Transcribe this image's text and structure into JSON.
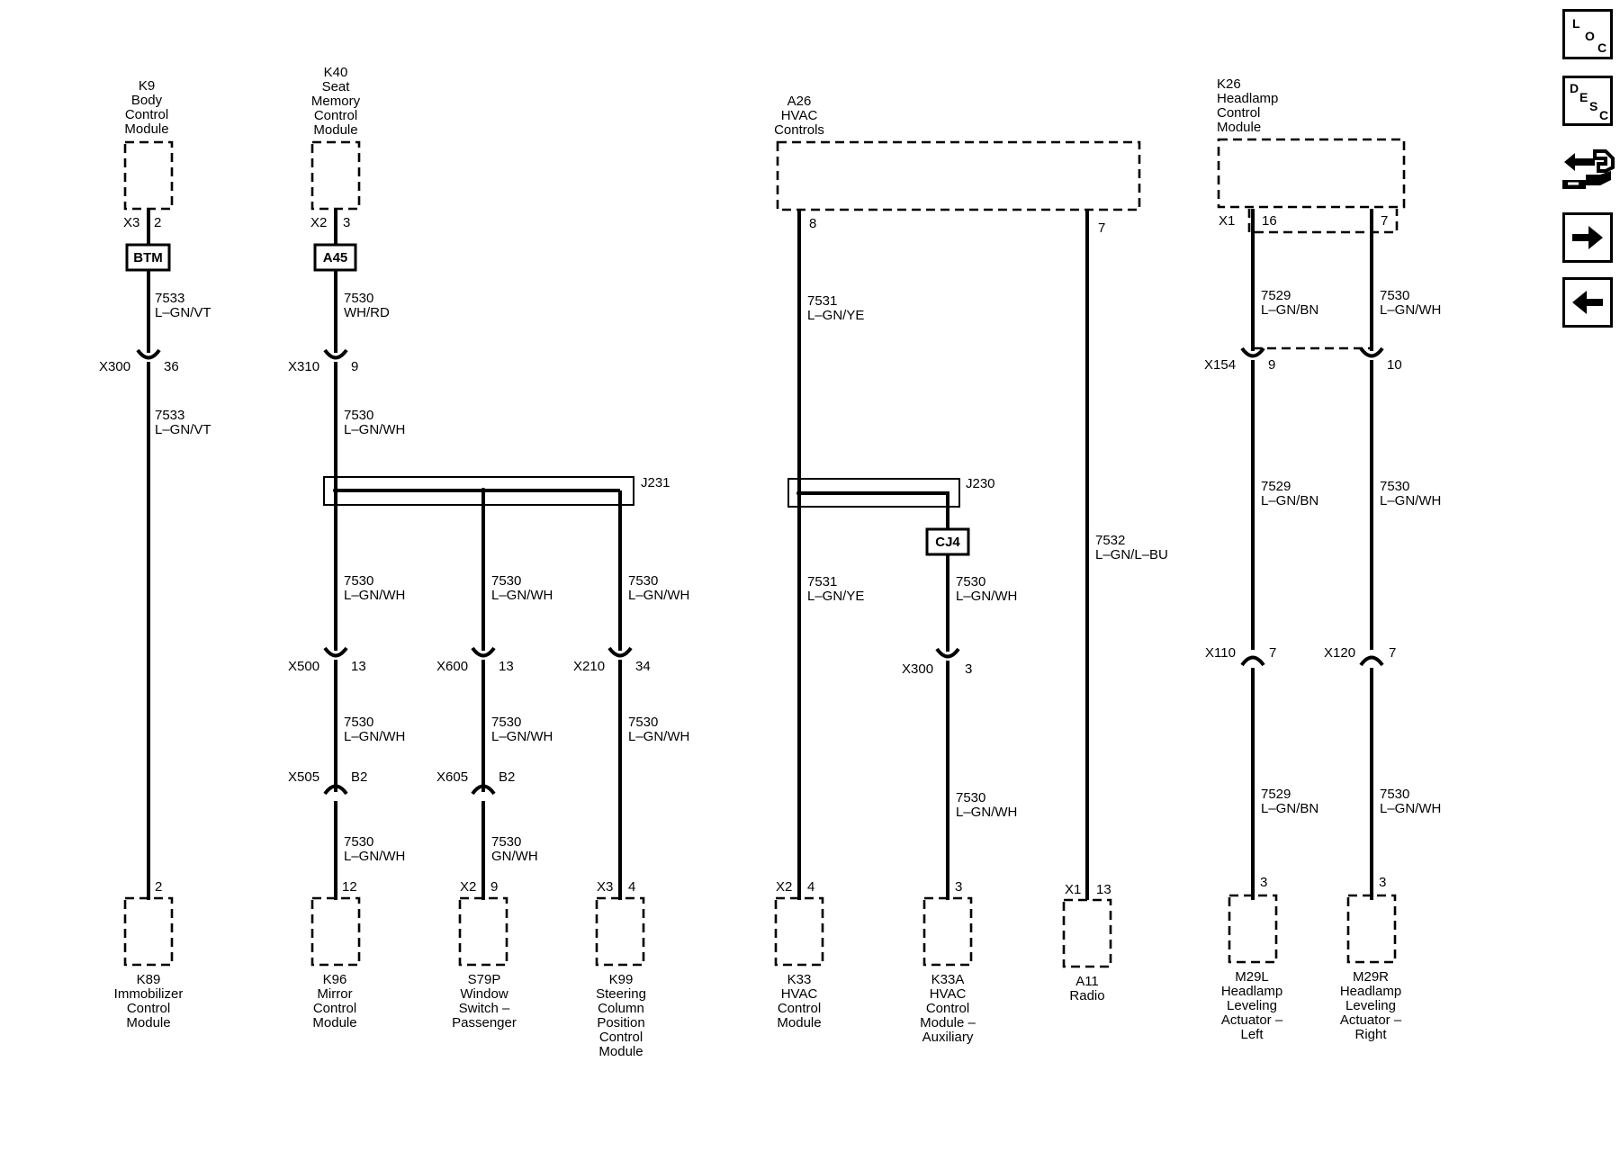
{
  "nav": {
    "loc": [
      "L",
      "O",
      "C"
    ],
    "desc": [
      "D",
      "E",
      "S",
      "C"
    ]
  },
  "modules": {
    "k9": [
      "K9",
      "Body",
      "Control",
      "Module"
    ],
    "k40": [
      "K40",
      "Seat",
      "Memory",
      "Control",
      "Module"
    ],
    "a26": [
      "A26",
      "HVAC",
      "Controls"
    ],
    "k26": [
      "K26",
      "Headlamp",
      "Control",
      "Module"
    ],
    "k89": [
      "K89",
      "Immobilizer",
      "Control",
      "Module"
    ],
    "k96": [
      "K96",
      "Mirror",
      "Control",
      "Module"
    ],
    "s79p": [
      "S79P",
      "Window",
      "Switch –",
      "Passenger"
    ],
    "k99": [
      "K99",
      "Steering",
      "Column",
      "Position",
      "Control",
      "Module"
    ],
    "k33": [
      "K33",
      "HVAC",
      "Control",
      "Module"
    ],
    "k33a": [
      "K33A",
      "HVAC",
      "Control",
      "Module –",
      "Auxiliary"
    ],
    "a11": [
      "A11",
      "Radio"
    ],
    "m29l": [
      "M29L",
      "Headlamp",
      "Leveling",
      "Actuator –",
      "Left"
    ],
    "m29r": [
      "M29R",
      "Headlamp",
      "Leveling",
      "Actuator –",
      "Right"
    ]
  },
  "boxes": {
    "btm": "BTM",
    "a45": "A45",
    "cj4": "CJ4"
  },
  "splices": {
    "j231": "J231",
    "j230": "J230"
  },
  "connectors": {
    "k9_conn": "X3",
    "k9_pin": "2",
    "k40_conn": "X2",
    "k40_pin": "3",
    "a26_pin_a": "8",
    "a26_pin_b": "7",
    "k26_conn": "X1",
    "k26_pin_a": "16",
    "k26_pin_b": "7",
    "x300_a": "X300",
    "x300_a_pin": "36",
    "x310": "X310",
    "x310_pin": "9",
    "x154": "X154",
    "x154_pin_a": "9",
    "x154_pin_b": "10",
    "x500": "X500",
    "x500_pin": "13",
    "x600": "X600",
    "x600_pin": "13",
    "x210": "X210",
    "x210_pin": "34",
    "x300_b": "X300",
    "x300_b_pin": "3",
    "x110": "X110",
    "x110_pin": "7",
    "x120": "X120",
    "x120_pin": "7",
    "x505": "X505",
    "x505_pin": "B2",
    "x605": "X605",
    "x605_pin": "B2",
    "k89_pin": "2",
    "k96_pin": "12",
    "s79p_conn": "X2",
    "s79p_pin": "9",
    "k99_conn": "X3",
    "k99_pin": "4",
    "k33_conn": "X2",
    "k33_pin": "4",
    "k33a_pin": "3",
    "a11_conn": "X1",
    "a11_pin": "13",
    "m29l_pin": "3",
    "m29r_pin": "3"
  },
  "wires": {
    "w1a": [
      "7533",
      "L–GN/VT"
    ],
    "w1b": [
      "7533",
      "L–GN/VT"
    ],
    "w2a": [
      "7530",
      "WH/RD"
    ],
    "w2b": [
      "7530",
      "L–GN/WH"
    ],
    "w2c": [
      "7530",
      "L–GN/WH"
    ],
    "w2d": [
      "7530",
      "L–GN/WH"
    ],
    "w2e": [
      "7530",
      "L–GN/WH"
    ],
    "w3a": [
      "7530",
      "L–GN/WH"
    ],
    "w3b": [
      "7530",
      "L–GN/WH"
    ],
    "w3c": [
      "7530",
      "GN/WH"
    ],
    "w4a": [
      "7530",
      "L–GN/WH"
    ],
    "w4b": [
      "7530",
      "L–GN/WH"
    ],
    "w5a": [
      "7531",
      "L–GN/YE"
    ],
    "w5b": [
      "7531",
      "L–GN/YE"
    ],
    "w6a": [
      "7530",
      "L–GN/WH"
    ],
    "w6b": [
      "7530",
      "L–GN/WH"
    ],
    "w7": [
      "7532",
      "L–GN/L–BU"
    ],
    "w8a": [
      "7529",
      "L–GN/BN"
    ],
    "w8b": [
      "7529",
      "L–GN/BN"
    ],
    "w8c": [
      "7529",
      "L–GN/BN"
    ],
    "w9a": [
      "7530",
      "L–GN/WH"
    ],
    "w9b": [
      "7530",
      "L–GN/WH"
    ],
    "w9c": [
      "7530",
      "L–GN/WH"
    ]
  }
}
